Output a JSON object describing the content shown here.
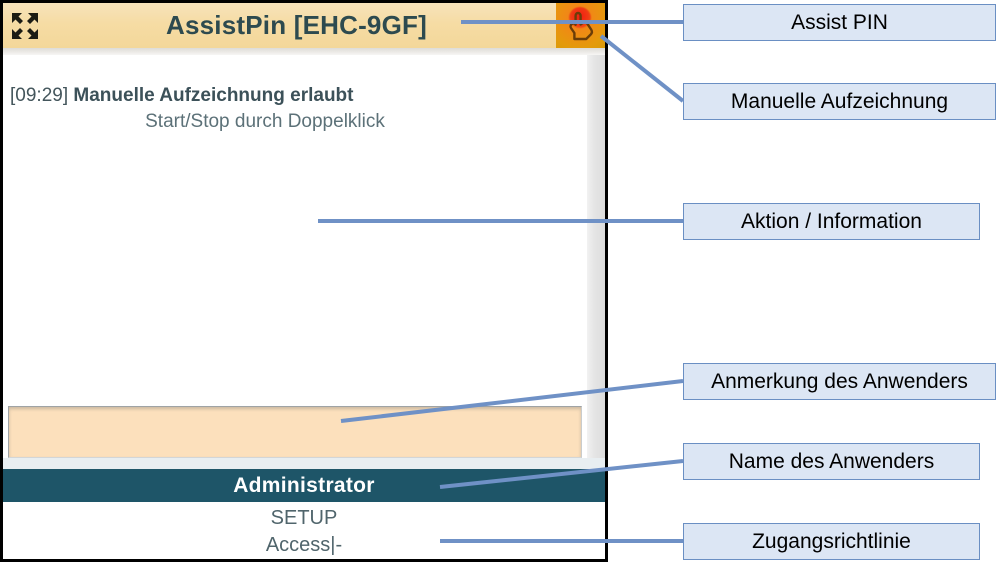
{
  "device": {
    "titlebar": {
      "title": "AssistPin [EHC-9GF]",
      "collapse_icon": "collapse-arrows-icon",
      "action_icon": "hand-pointer-icon"
    },
    "message": {
      "timestamp": "[09:29]",
      "headline": "Manuelle Aufzeichnung erlaubt",
      "subtext": "Start/Stop durch Doppelklick"
    },
    "note_field": {
      "value": "",
      "placeholder": ""
    },
    "username": "Administrator",
    "policy": {
      "line1": "SETUP",
      "line2": "Access|-"
    }
  },
  "annotations": [
    {
      "id": "assist-pin",
      "label": "Assist PIN"
    },
    {
      "id": "manuelle-aufzeichnung",
      "label": "Manuelle Aufzeichnung"
    },
    {
      "id": "aktion-information",
      "label": "Aktion / Information"
    },
    {
      "id": "anmerkung-anwender",
      "label": "Anmerkung des Anwenders"
    },
    {
      "id": "name-anwender",
      "label": "Name des Anwenders"
    },
    {
      "id": "zugangsrichtlinie",
      "label": "Zugangsrichtlinie"
    }
  ],
  "colors": {
    "titlebar": "#f6dca4",
    "username_bar": "#1e5568",
    "note_field": "#fce0bc",
    "callout_fill": "#dce6f4",
    "callout_border": "#6a8fc3",
    "leader_line": "#6f91c6",
    "text_teal": "#3c5159"
  }
}
